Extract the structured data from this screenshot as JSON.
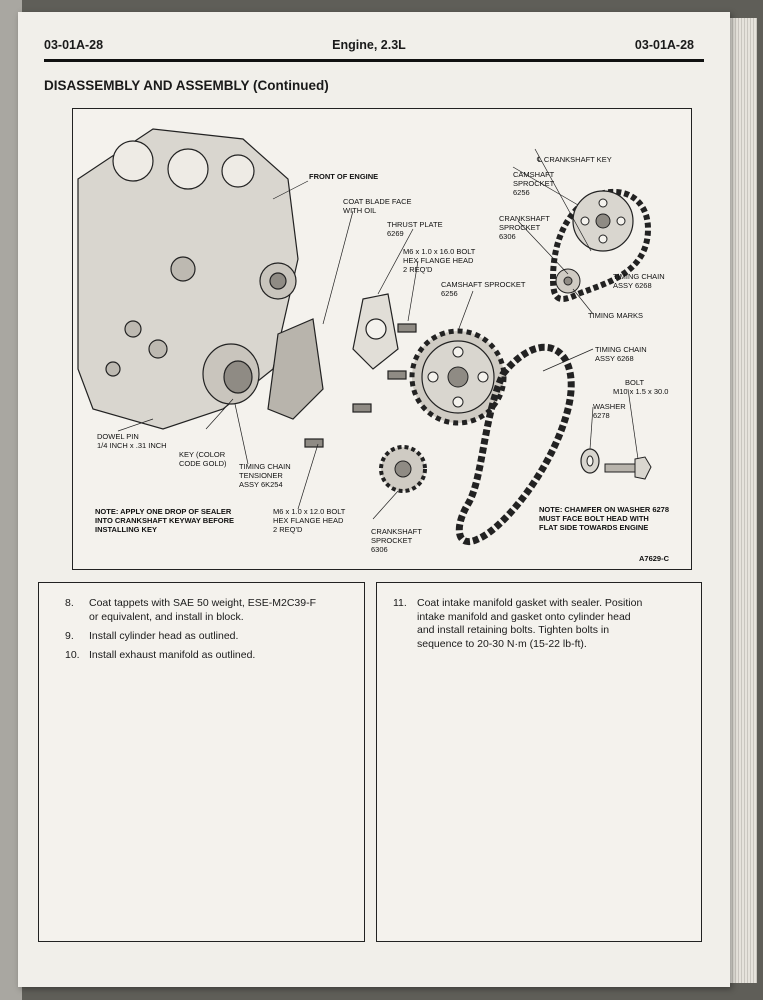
{
  "header": {
    "left_code": "03-01A-28",
    "center_title": "Engine, 2.3L",
    "right_code": "03-01A-28"
  },
  "section_title": "DISASSEMBLY AND ASSEMBLY (Continued)",
  "figure": {
    "labels": {
      "front_of_engine": "FRONT OF ENGINE",
      "coat_blade_1": "COAT BLADE FACE",
      "coat_blade_2": "WITH OIL",
      "crankshaft_key": "℄ CRANKSHAFT KEY",
      "cam_sprocket_top_1": "CAMSHAFT",
      "cam_sprocket_top_2": "SPROCKET",
      "cam_sprocket_top_3": "6256",
      "crank_sprocket_top_1": "CRANKSHAFT",
      "crank_sprocket_top_2": "SPROCKET",
      "crank_sprocket_top_3": "6306",
      "thrust_plate_1": "THRUST PLATE",
      "thrust_plate_2": "6269",
      "bolt_m6_16_1": "M6 x 1.0 x 16.0 BOLT",
      "bolt_m6_16_2": "HEX FLANGE HEAD",
      "bolt_m6_16_3": "2 REQ'D",
      "cam_sprocket_1": "CAMSHAFT SPROCKET",
      "cam_sprocket_2": "6256",
      "timing_chain_top_1": "TIMING CHAIN",
      "timing_chain_top_2": "ASSY 6268",
      "timing_marks": "TIMING MARKS",
      "timing_chain_1": "TIMING CHAIN",
      "timing_chain_2": "ASSY 6268",
      "bolt_m10_1": "BOLT",
      "bolt_m10_2": "M10 x 1.5 x 30.0",
      "washer_1": "WASHER",
      "washer_2": "6278",
      "dowel_pin_1": "DOWEL PIN",
      "dowel_pin_2": "1/4 INCH x .31 INCH",
      "key_1": "KEY (COLOR",
      "key_2": "CODE GOLD)",
      "tensioner_1": "TIMING CHAIN",
      "tensioner_2": "TENSIONER",
      "tensioner_3": "ASSY 6K254",
      "bolt_m6_12_1": "M6 x 1.0 x 12.0 BOLT",
      "bolt_m6_12_2": "HEX FLANGE HEAD",
      "bolt_m6_12_3": "2 REQ'D",
      "crank_sprocket_1": "CRANKSHAFT",
      "crank_sprocket_2": "SPROCKET",
      "crank_sprocket_3": "6306",
      "note_left_1": "NOTE: APPLY ONE DROP OF SEALER",
      "note_left_2": "INTO CRANKSHAFT KEYWAY BEFORE",
      "note_left_3": "INSTALLING KEY",
      "note_right_1": "NOTE: CHAMFER ON WASHER 6278",
      "note_right_2": "MUST FACE BOLT HEAD WITH",
      "note_right_3": "FLAT SIDE TOWARDS ENGINE",
      "figure_id": "A7629-C"
    }
  },
  "steps_left": [
    {
      "num": "8.",
      "lines": [
        "Coat tappets with SAE 50 weight, ESE-M2C39-F",
        "or equivalent, and install in block."
      ]
    },
    {
      "num": "9.",
      "lines": [
        "Install cylinder head as outlined."
      ]
    },
    {
      "num": "10.",
      "lines": [
        "Install exhaust manifold as outlined."
      ]
    }
  ],
  "steps_right": [
    {
      "num": "11.",
      "lines": [
        "Coat intake manifold gasket with sealer. Position",
        "intake manifold and gasket onto cylinder head",
        "and install retaining bolts. Tighten bolts in",
        "sequence to 20-30 N·m (15-22 lb-ft)."
      ]
    }
  ]
}
